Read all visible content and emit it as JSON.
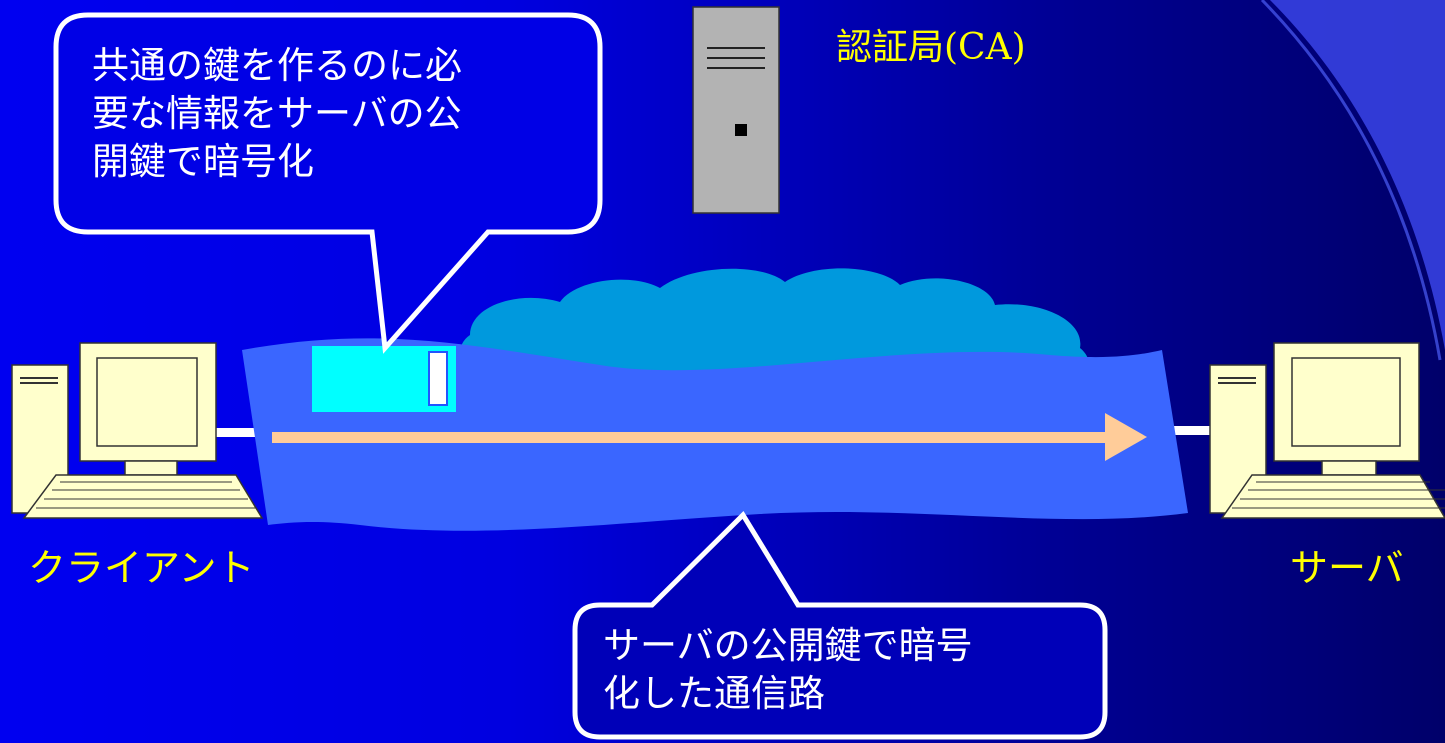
{
  "labels": {
    "ca": "認証局(CA)",
    "client": "クライアント",
    "server": "サーバ"
  },
  "callouts": {
    "top": [
      "共通の鍵を作るのに必",
      "要な情報をサーバの公",
      "開鍵で暗号化"
    ],
    "bottom": [
      "サーバの公開鍵で暗号",
      "化した通信路"
    ]
  },
  "colors": {
    "background": "#0000e0",
    "label_text": "#ffff00",
    "channel": "#3366ff",
    "cloud": "#0099dd",
    "packet": "#00ffff",
    "arrow": "#ffcc99",
    "computer": "#ffffcc",
    "ca_server": "#b3b3b3"
  },
  "icons": [
    "server-tower-icon",
    "desktop-computer-icon",
    "cloud-icon",
    "arrow-icon",
    "packet-icon"
  ]
}
